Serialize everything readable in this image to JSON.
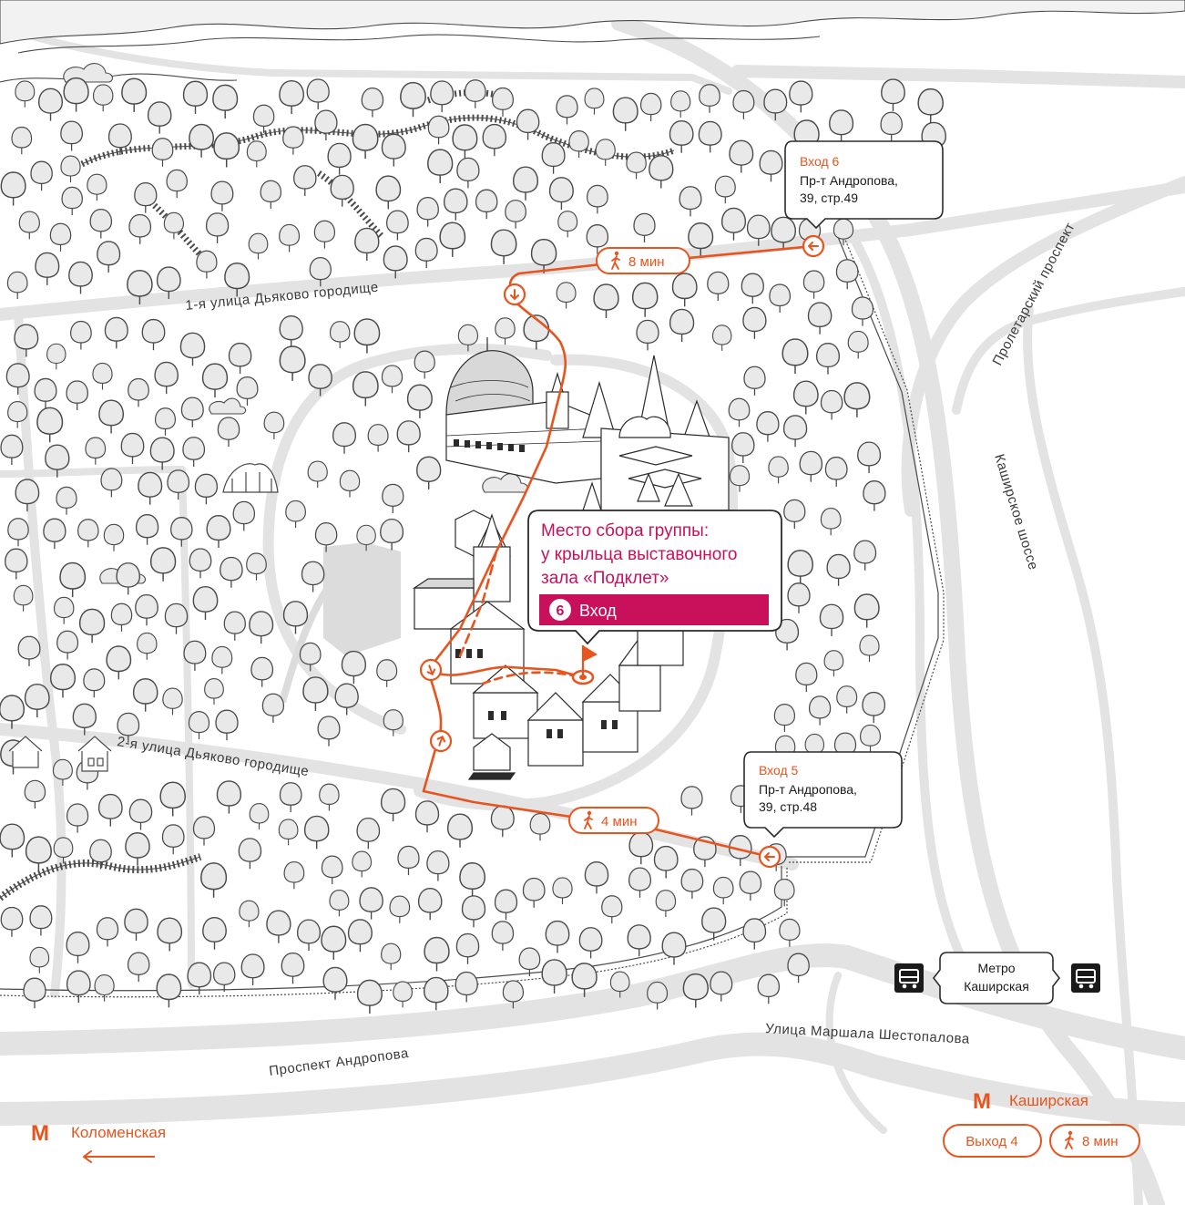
{
  "streets": {
    "dyakovo_1": "1-я улица Дьяково городище",
    "dyakovo_2": "2-я улица Дьяково городище",
    "proletarsky": "Пролетарский проспект",
    "kashirskoe": "Каширское шоссе",
    "marshala": "Улица Маршала Шестопалова",
    "andropova": "Проспект Андропова"
  },
  "entrance_6": {
    "title": "Вход 6",
    "line1": "Пр-т Андропова,",
    "line2": "39, стр.49",
    "walk_time": "8 мин"
  },
  "entrance_5": {
    "title": "Вход 5",
    "line1": "Пр-т Андропова,",
    "line2": "39, стр.48",
    "walk_time": "4 мин"
  },
  "meeting_point": {
    "line1": "Место сбора группы:",
    "line2": "у крыльца выставочного",
    "line3": "зала «Подклет»",
    "entrance_number": "6",
    "entrance_label": "Вход"
  },
  "bus_stop": {
    "line1": "Метро",
    "line2": "Каширская"
  },
  "metro_kolomenskaya": {
    "logo": "М",
    "name": "Коломенская"
  },
  "metro_kashirskaya": {
    "logo": "М",
    "name": "Каширская",
    "exit": "Выход 4",
    "walk_time": "8 мин"
  },
  "colors": {
    "route_orange": "#e8541e",
    "accent_magenta": "#c8115a",
    "road_gray": "#e3e3e3",
    "tree_outline": "#4a4a4a",
    "tree_fill": "#e9e9e9"
  }
}
